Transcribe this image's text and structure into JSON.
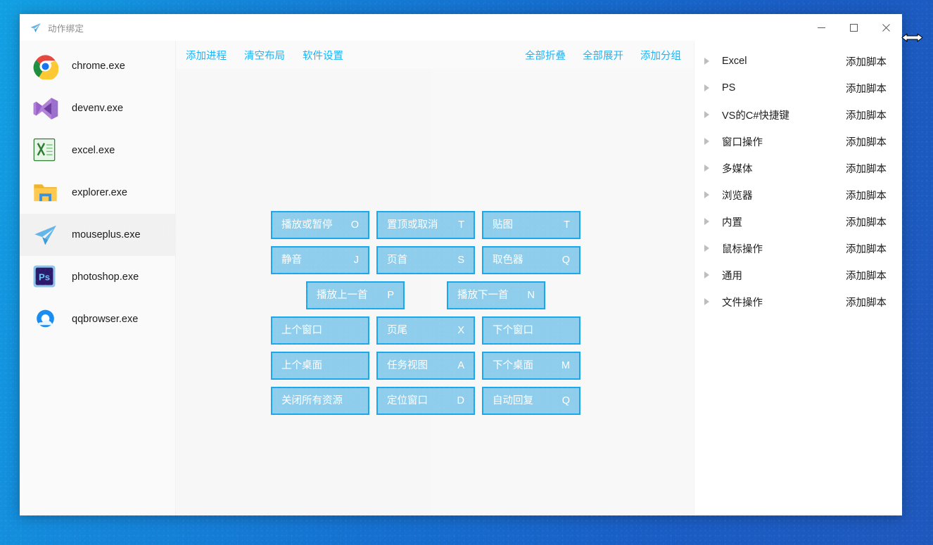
{
  "window": {
    "title": "动作绑定",
    "title_icon": "paper-plane-icon",
    "controls": {
      "minimize": "−",
      "maximize": "□",
      "close": "✕"
    }
  },
  "colors": {
    "accent_link": "#1fb4f5",
    "button_fill": "#8ecdeb",
    "button_border": "#19a8ec",
    "button_text": "#ffffff",
    "selected_row": "#f1f1f1",
    "desktop_blue_left": "#12a0e2",
    "desktop_blue_right": "#1f58bd"
  },
  "sidebar": {
    "items": [
      {
        "label": "chrome.exe",
        "icon": "chrome-icon",
        "selected": false
      },
      {
        "label": "devenv.exe",
        "icon": "visualstudio-icon",
        "selected": false
      },
      {
        "label": "excel.exe",
        "icon": "excel-icon",
        "selected": false
      },
      {
        "label": "explorer.exe",
        "icon": "folder-icon",
        "selected": false
      },
      {
        "label": "mouseplus.exe",
        "icon": "paper-plane-icon",
        "selected": true
      },
      {
        "label": "photoshop.exe",
        "icon": "photoshop-icon",
        "selected": false
      },
      {
        "label": "qqbrowser.exe",
        "icon": "qqbrowser-icon",
        "selected": false
      }
    ]
  },
  "toolbar": {
    "left": [
      {
        "label": "添加进程"
      },
      {
        "label": "清空布局"
      },
      {
        "label": "软件设置"
      }
    ],
    "right": [
      {
        "label": "全部折叠"
      },
      {
        "label": "全部展开"
      },
      {
        "label": "添加分组"
      }
    ]
  },
  "grid": {
    "rows": [
      [
        {
          "name": "播放或暂停",
          "key": "O"
        },
        {
          "name": "置顶或取消",
          "key": "T"
        },
        {
          "name": "贴图",
          "key": "T"
        }
      ],
      [
        {
          "name": "静音",
          "key": "J"
        },
        {
          "name": "页首",
          "key": "S"
        },
        {
          "name": "取色器",
          "key": "Q"
        }
      ],
      [
        {
          "name": "播放上一首",
          "key": "P",
          "offset": true
        },
        {
          "name": "播放下一首",
          "key": "N",
          "offset": true
        }
      ],
      [
        {
          "name": "上个窗口",
          "key": ""
        },
        {
          "name": "页尾",
          "key": "X"
        },
        {
          "name": "下个窗口",
          "key": ""
        }
      ],
      [
        {
          "name": "上个桌面",
          "key": ""
        },
        {
          "name": "任务视图",
          "key": "A"
        },
        {
          "name": "下个桌面",
          "key": "M"
        }
      ],
      [
        {
          "name": "关闭所有资源",
          "key": ""
        },
        {
          "name": "定位窗口",
          "key": "D"
        },
        {
          "name": "自动回复",
          "key": "Q"
        }
      ]
    ]
  },
  "groups": {
    "action_label": "添加脚本",
    "items": [
      {
        "label": "Excel",
        "expanded": false
      },
      {
        "label": "PS",
        "expanded": false
      },
      {
        "label": "VS的C#快捷键",
        "expanded": false
      },
      {
        "label": "窗口操作",
        "expanded": false
      },
      {
        "label": "多媒体",
        "expanded": false
      },
      {
        "label": "浏览器",
        "expanded": false
      },
      {
        "label": "内置",
        "expanded": false
      },
      {
        "label": "鼠标操作",
        "expanded": false
      },
      {
        "label": "通用",
        "expanded": false
      },
      {
        "label": "文件操作",
        "expanded": false
      }
    ]
  },
  "cursor": {
    "type": "horizontal-resize-cursor"
  }
}
